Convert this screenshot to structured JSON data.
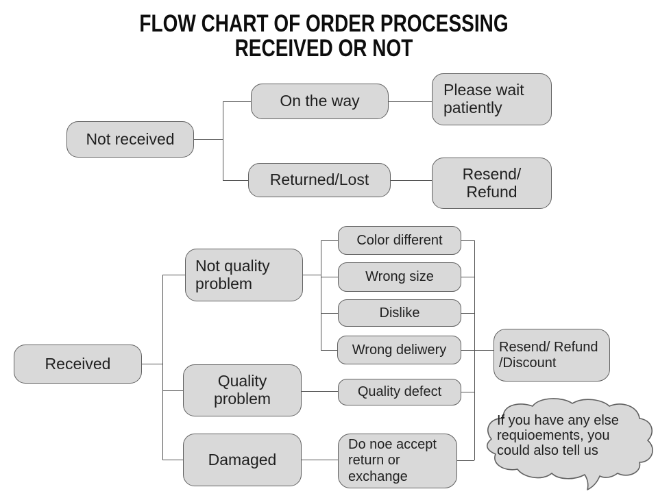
{
  "title": {
    "line1": "FLOW CHART OF ORDER PROCESSING",
    "line2": "RECEIVED OR NOT"
  },
  "colors": {
    "background": "#ffffff",
    "node_fill": "#d9d9d9",
    "node_border": "#5f5f5f",
    "connector": "#515151",
    "text": "#1f1f1f"
  },
  "nodes": {
    "not_received": "Not received",
    "on_the_way": "On the way",
    "please_wait": "Please wait\npatiently",
    "returned_lost": "Returned/Lost",
    "resend_refund": "Resend/\nRefund",
    "received": "Received",
    "not_quality_problem": "Not quality\nproblem",
    "quality_problem": "Quality\nproblem",
    "damaged": "Damaged",
    "color_different": "Color different",
    "wrong_size": "Wrong size",
    "dislike": "Dislike",
    "wrong_delivery": "Wrong deliwery",
    "quality_defect": "Quality defect",
    "do_not_accept": "Do noe accept\nreturn or\nexchange",
    "resend_refund_discount": "Resend/ Refund\n/Discount"
  },
  "bubble": {
    "text": "If you have any else\nrequioements, you\ncould also tell us"
  },
  "edges": [
    {
      "from": "not_received",
      "to": "on_the_way"
    },
    {
      "from": "not_received",
      "to": "returned_lost"
    },
    {
      "from": "on_the_way",
      "to": "please_wait"
    },
    {
      "from": "returned_lost",
      "to": "resend_refund"
    },
    {
      "from": "received",
      "to": "not_quality_problem"
    },
    {
      "from": "received",
      "to": "quality_problem"
    },
    {
      "from": "received",
      "to": "damaged"
    },
    {
      "from": "not_quality_problem",
      "to": "color_different"
    },
    {
      "from": "not_quality_problem",
      "to": "wrong_size"
    },
    {
      "from": "not_quality_problem",
      "to": "dislike"
    },
    {
      "from": "not_quality_problem",
      "to": "wrong_delivery"
    },
    {
      "from": "quality_problem",
      "to": "quality_defect"
    },
    {
      "from": "damaged",
      "to": "do_not_accept"
    },
    {
      "from": "color_different",
      "to": "resend_refund_discount"
    },
    {
      "from": "wrong_size",
      "to": "resend_refund_discount"
    },
    {
      "from": "dislike",
      "to": "resend_refund_discount"
    },
    {
      "from": "wrong_delivery",
      "to": "resend_refund_discount"
    },
    {
      "from": "quality_defect",
      "to": "resend_refund_discount"
    },
    {
      "from": "do_not_accept",
      "to": "resend_refund_discount"
    }
  ]
}
